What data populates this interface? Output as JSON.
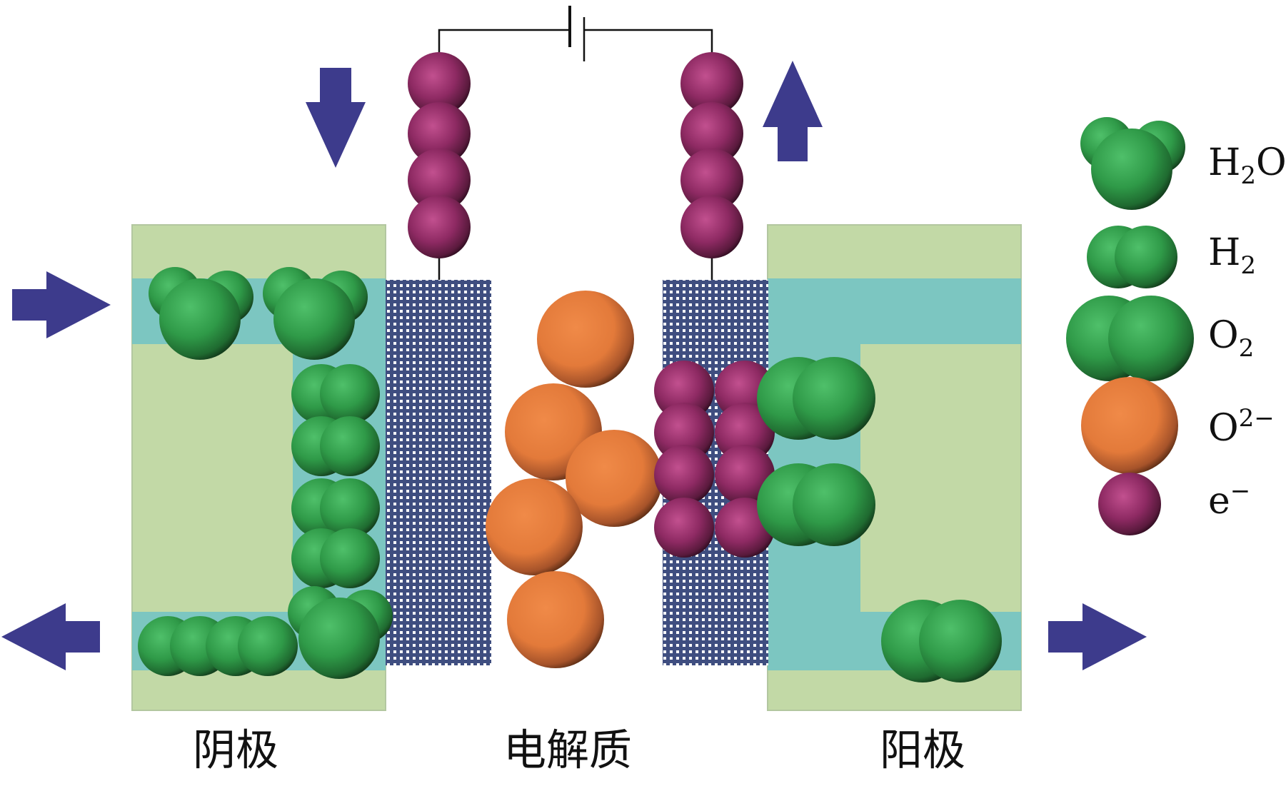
{
  "labels": {
    "cathode": "阴极",
    "electrolyte": "电解质",
    "anode": "阳极"
  },
  "legend": [
    {
      "kind": "h2o",
      "base": "H",
      "sub": "2",
      "tail": "O",
      "sup": ""
    },
    {
      "kind": "h2",
      "base": "H",
      "sub": "2",
      "tail": "",
      "sup": ""
    },
    {
      "kind": "o2",
      "base": "O",
      "sub": "2",
      "tail": "",
      "sup": ""
    },
    {
      "kind": "o2m",
      "base": "O",
      "sub": "",
      "tail": "",
      "sup": "2−"
    },
    {
      "kind": "e",
      "base": "e",
      "sub": "",
      "tail": "",
      "sup": "−"
    }
  ],
  "colors": {
    "electrode": "#c2d9a6",
    "channel": "#7cc6c1",
    "membrane": "#3f4e80",
    "arrow": "#3d3b8c",
    "green": "#2f9a48",
    "orange": "#e37a3a",
    "purple": "#8e2a63"
  },
  "icons": [
    "flow-arrow-icon",
    "battery-icon",
    "water-molecule-icon",
    "hydrogen-molecule-icon",
    "oxygen-molecule-icon",
    "oxide-ion-icon",
    "electron-icon"
  ]
}
